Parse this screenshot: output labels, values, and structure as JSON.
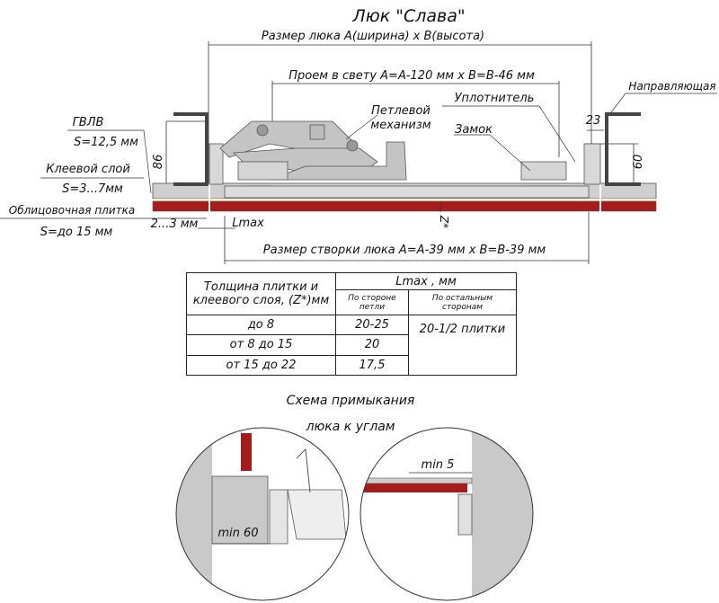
{
  "title": "Люк \"Слава\"",
  "dimensions": {
    "hatch_size": "Размер люка А(ширина) х В(высота)",
    "clear_opening": "Проем в свету А=А-120 мм х В=В-46 мм",
    "door_size": "Размер створки люка А=А-39 мм х В=В-39 мм",
    "height_86": "86",
    "height_60": "60",
    "width_23": "23",
    "gap": "2...3 мм",
    "lmax": "Lmax",
    "z": "Z*"
  },
  "labels": {
    "gvlv": "ГВЛВ",
    "gvlv_s": "S=12,5 мм",
    "glue": "Клеевой слой",
    "glue_s": "S=3...7мм",
    "tile": "Облицовочная плитка",
    "tile_s": "S=до 15 мм",
    "hinge": "Петлевой механизм",
    "hinge_line1": "Петлевой",
    "hinge_line2": "механизм",
    "seal": "Уплотнитель",
    "lock": "Замок",
    "guide": "Направляющая"
  },
  "table": {
    "header_left": "Толщина плитки и клеевого слоя, (Z*)мм",
    "header_left_1": "Толщина плитки и",
    "header_left_2": "клеевого слоя, (Z*)мм",
    "header_right": "Lmax , мм",
    "sub_hinge": "По стороне петли",
    "sub_hinge_1": "По стороне",
    "sub_hinge_2": "петли",
    "sub_other": "По остальным сторонам",
    "sub_other_1": "По остальным",
    "sub_other_2": "сторонам",
    "rows": [
      {
        "thickness": "до 8",
        "hinge": "20-25"
      },
      {
        "thickness": "от 8 до 15",
        "hinge": "20"
      },
      {
        "thickness": "от 15 до 22",
        "hinge": "17,5"
      }
    ],
    "other": "20-1/2 плитки"
  },
  "corner_scheme": {
    "title_1": "Схема примыкания",
    "title_2": "люка к углам",
    "min_left": "min 60",
    "min_right": "min 5"
  },
  "colors": {
    "tile": "#a51c1c",
    "panel": "#c8c8c8",
    "frame": "#444444",
    "cream": "#f3ecd0"
  }
}
